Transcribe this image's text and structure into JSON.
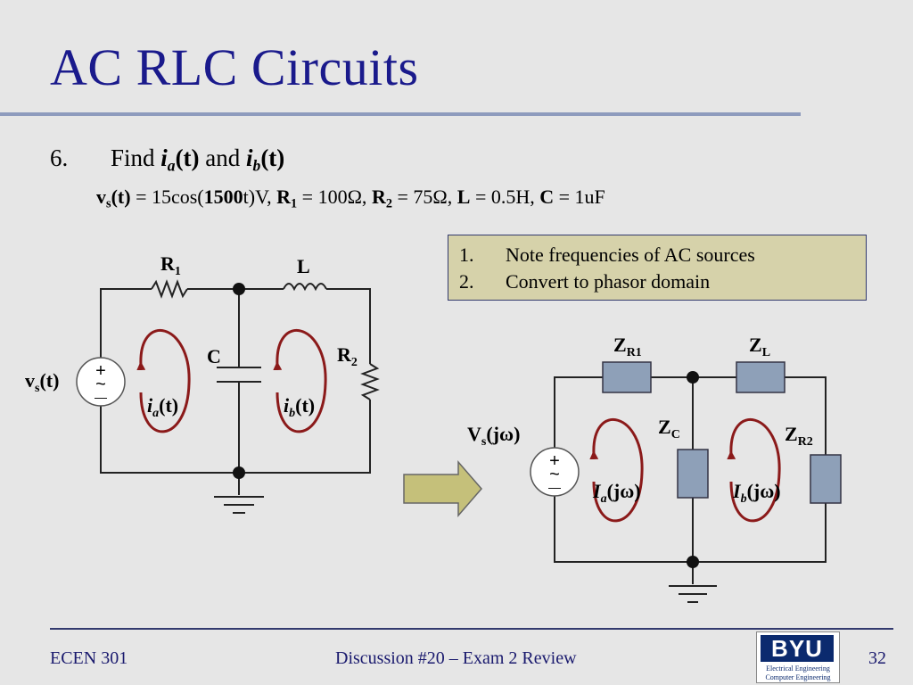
{
  "slide": {
    "title": "AC RLC Circuits",
    "problem_number": "6.",
    "problem_find": "Find",
    "current_a": "i",
    "current_a_sub": "a",
    "current_b": "i",
    "current_b_sub": "b",
    "arg_t": "(t)",
    "and_word": "and"
  },
  "given": {
    "vs": "v",
    "vs_sub": "s",
    "vs_arg": "(t)",
    "vs_expr_1": " = 15cos(",
    "vs_freq": "1500",
    "vs_expr_2": "t)V, ",
    "r1": "R",
    "r1_sub": "1",
    "r1_val": " = 100Ω, ",
    "r2": "R",
    "r2_sub": "2",
    "r2_val": " = 75Ω, ",
    "l": "L",
    "l_val": " = 0.5H, ",
    "c": "C",
    "c_val": " = 1uF"
  },
  "steps": [
    {
      "n": "1.",
      "text": "Note frequencies of AC sources"
    },
    {
      "n": "2.",
      "text": "Convert to phasor domain"
    }
  ],
  "time_circuit": {
    "r1": "R",
    "r1_sub": "1",
    "l": "L",
    "c": "C",
    "r2": "R",
    "r2_sub": "2",
    "vs": "v",
    "vs_sub": "s",
    "vs_arg": "(t)",
    "ia": "i",
    "ia_sub": "a",
    "ia_arg": "(t)",
    "ib": "i",
    "ib_sub": "b",
    "ib_arg": "(t)",
    "plus": "+",
    "tilde": "~",
    "minus": "—"
  },
  "phasor_circuit": {
    "zr1": "Z",
    "zr1_sub": "R1",
    "zl": "Z",
    "zl_sub": "L",
    "zc": "Z",
    "zc_sub": "C",
    "zr2": "Z",
    "zr2_sub": "R2",
    "vs": "V",
    "vs_sub": "s",
    "vs_arg": "(jω)",
    "ia": "I",
    "ia_sub": "a",
    "ia_arg": "(jω)",
    "ib": "I",
    "ib_sub": "b",
    "ib_arg": "(jω)",
    "plus": "+",
    "tilde": "~",
    "minus": "—"
  },
  "colors": {
    "title": "#1a1a8c",
    "loop_arrow": "#8b1a1a",
    "impedance_box": "#8ea0b8",
    "arrow_fill": "#c5c07a"
  },
  "footer": {
    "course": "ECEN 301",
    "center": "Discussion #20 – Exam 2 Review",
    "page": "32",
    "logo_main": "BYU",
    "logo_line1": "Electrical Engineering",
    "logo_line2": "Computer Engineering"
  }
}
